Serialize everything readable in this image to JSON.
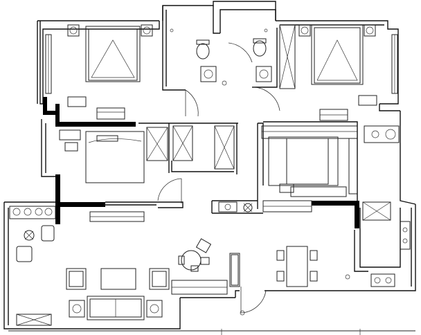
{
  "drawing": {
    "kind": "apartment floor plan",
    "colors": {
      "background": "#ffffff",
      "lines": "#222222",
      "structural_walls": "#000000"
    },
    "rooms": [
      {
        "key": "bedroom-1"
      },
      {
        "key": "bathroom-1"
      },
      {
        "key": "bathroom-2"
      },
      {
        "key": "bedroom-2"
      },
      {
        "key": "bedroom-3"
      },
      {
        "key": "corridor"
      },
      {
        "key": "dining-room"
      },
      {
        "key": "kitchen"
      },
      {
        "key": "living-room"
      },
      {
        "key": "balcony"
      }
    ],
    "fixtures": [
      "double-bed",
      "nightstand",
      "desk",
      "chair",
      "wardrobe",
      "toilet",
      "washbasin",
      "sofa",
      "armchair",
      "coffee-table",
      "tv-cabinet",
      "round-table",
      "dining-table",
      "stove",
      "sink",
      "plants",
      "door-swing"
    ]
  }
}
